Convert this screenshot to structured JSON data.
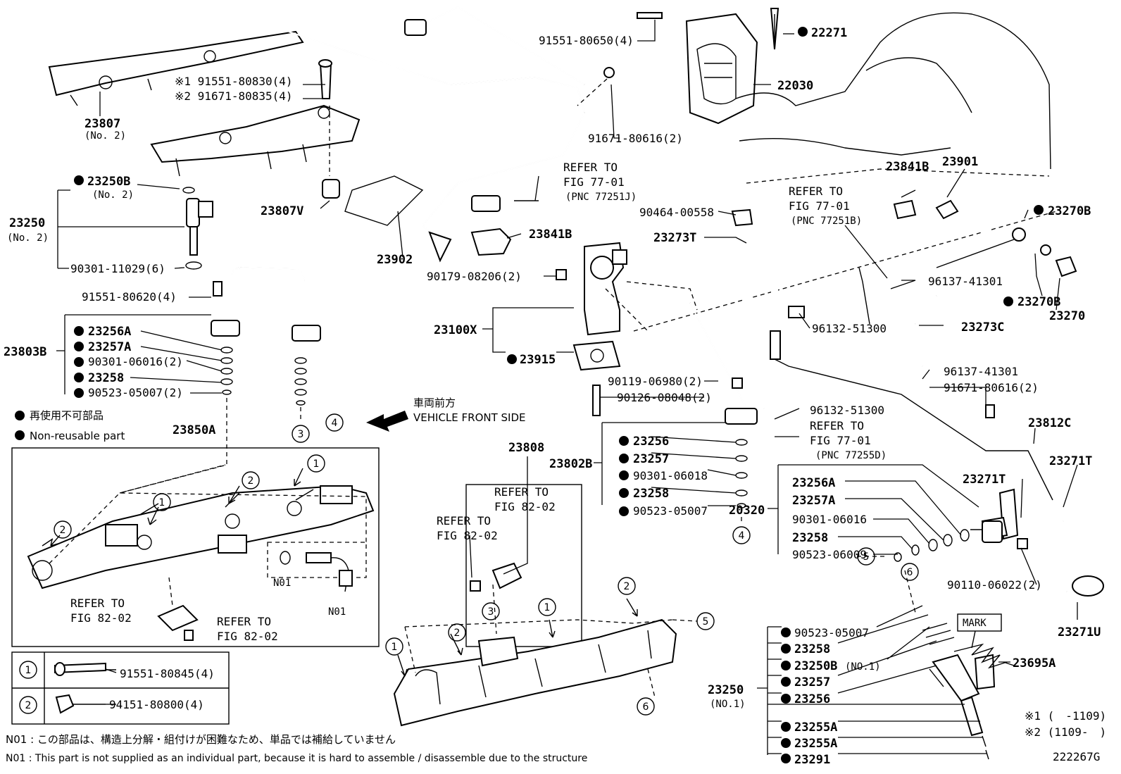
{
  "labels": {
    "p23807": "23807",
    "p23807_sub": "(No. 2)",
    "p91551_80830": "※1 91551-80830(4)",
    "p91671_80835": "※2 91671-80835(4)",
    "p23807V": "23807V",
    "p23250B_top": "23250B",
    "p23250B_top_sub": "(No. 2)",
    "p23250_top": "23250",
    "p23250_top_sub": "(No. 2)",
    "p90301_11029": "90301-11029(6)",
    "p91551_80620": "91551-80620(4)",
    "p23803B": "23803B",
    "p23256A_l": "23256A",
    "p23257A_l": "23257A",
    "p90301_06016_l": "90301-06016(2)",
    "p23258_l": "23258",
    "p90523_05007_l": "90523-05007(2)",
    "legend_jp": "再使用不可部品",
    "legend_en": "Non-reusable part",
    "p23850A": "23850A",
    "p91551_80650": "91551-80650(4)",
    "p22271": "22271",
    "p22030": "22030",
    "p91671_80616_top": "91671-80616(2)",
    "refer_77_01_a1": "REFER TO",
    "refer_77_01_a2": "FIG 77-01",
    "refer_77_01_a3": "(PNC 77251J)",
    "p23902": "23902",
    "p23841B_mid": "23841B",
    "p90179_08206": "90179-08206(2)",
    "p23100X": "23100X",
    "p23915": "23915",
    "p90464_00558": "90464-00558",
    "p23273T": "23273T",
    "p23841B_r": "23841B",
    "p23901": "23901",
    "refer_77_01_b1": "REFER TO",
    "refer_77_01_b2": "FIG 77-01",
    "refer_77_01_b3": "(PNC 77251B)",
    "p23270B_a": "23270B",
    "p96137_41301_a": "96137-41301",
    "p23270B_b": "23270B",
    "p23270": "23270",
    "p96132_51300_a": "96132-51300",
    "p23273C": "23273C",
    "p96137_41301_b": "96137-41301",
    "p91671_80616_r": "91671-80616(2)",
    "p90119_06980": "90119-06980(2)",
    "p90126_08048": "90126-08048(2)",
    "p96132_51300_b": "96132-51300",
    "refer_77_01_c1": "REFER TO",
    "refer_77_01_c2": "FIG 77-01",
    "refer_77_01_c3": "(PNC 77255D)",
    "p23812C": "23812C",
    "front_jp": "車両前方",
    "front_en": "VEHICLE FRONT SIDE",
    "p23808": "23808",
    "refer_82_02_a1": "REFER TO",
    "refer_82_02_a2": "FIG 82-02",
    "refer_82_02_b1": "REFER TO",
    "refer_82_02_b2": "FIG 82-02",
    "p23802B": "23802B",
    "p23256_m": "23256",
    "p23257_m": "23257",
    "p90301_06018": "90301-06018",
    "p23258_m": "23258",
    "p90523_05007_m": "90523-05007",
    "p20320": "20320",
    "p23256A_r": "23256A",
    "p23257A_r": "23257A",
    "p90301_06016_r": "90301-06016",
    "p23258_r": "23258",
    "p90523_06009": "90523-06009",
    "p23271T_a": "23271T",
    "p23271T_b": "23271T",
    "p90110_06022": "90110-06022(2)",
    "p23271U": "23271U",
    "refer_82_02_c1": "REFER TO",
    "refer_82_02_c2": "FIG 82-02",
    "refer_82_02_d1": "REFER TO",
    "refer_82_02_d2": "FIG 82-02",
    "n01_a": "N01",
    "n01_b": "N01",
    "p91551_80845": "91551-80845(4)",
    "p94151_80800": "94151-80800(4)",
    "mark": "MARK",
    "p23695A": "23695A",
    "p90523_05007_b": "90523-05007",
    "p23258_b": "23258",
    "p23250B_b": "23250B",
    "p23250B_b_sub": "(NO.1)",
    "p23257_b": "23257",
    "p23256_b": "23256",
    "p23250_b": "23250",
    "p23250_b_sub": "(NO.1)",
    "p23255A_a": "23255A",
    "p23255A_b": "23255A",
    "p23291": "23291",
    "note1": "※1 (　-1109)",
    "note2": "※2 (1109-　)",
    "fig_code": "222267G",
    "n01_note_jp": "N01 : この部品は、構造上分解・組付けが困難なため、単品では補給していません",
    "n01_note_en": "N01 : This part is not supplied as an individual part, because it is hard to assemble / disassemble due to the structure"
  },
  "callouts": [
    "1",
    "2",
    "3",
    "4",
    "5",
    "6"
  ],
  "legend_table": [
    {
      "num": "1",
      "part": "91551-80845(4)"
    },
    {
      "num": "2",
      "part": "94151-80800(4)"
    }
  ]
}
